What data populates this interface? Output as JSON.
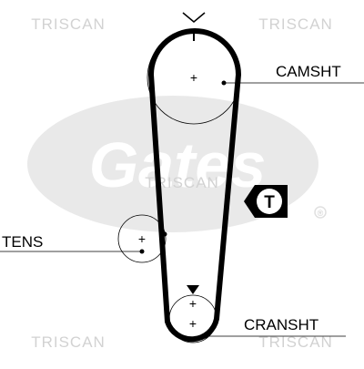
{
  "watermarks": {
    "top_left": "TRISCAN",
    "top_right": "TRISCAN",
    "center": "TRISCAN",
    "bottom_left": "TRISCAN",
    "bottom_right": "TRISCAN",
    "brand_script": "Gates",
    "registered": "®"
  },
  "labels": {
    "camshaft": "CAMSHT",
    "tensioner": "TENS",
    "crankshaft": "CRANSHT",
    "tensioner_marker": "T"
  },
  "colors": {
    "belt": "#000000",
    "watermark": "#d2d2d2",
    "marker_background": "#000000",
    "marker_circle": "#ffffff"
  }
}
